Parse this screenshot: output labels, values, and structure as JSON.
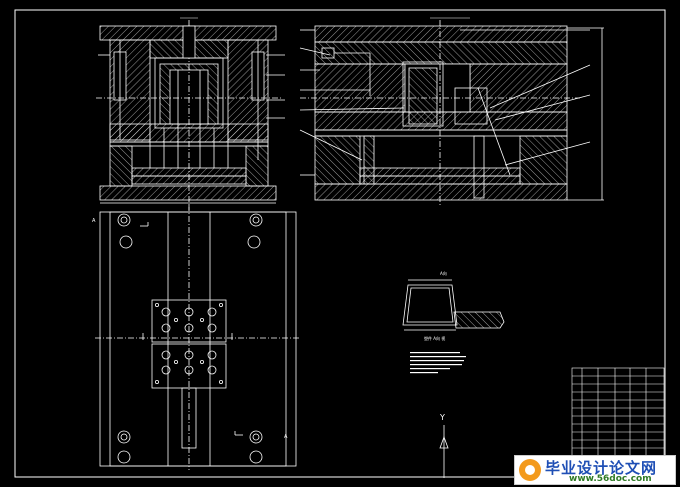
{
  "drawing": {
    "background": "#000000",
    "line_color": "#ffffff",
    "section_marks": [
      "A",
      "A"
    ],
    "detail_label": "A向",
    "detail_caption": "塑件 A向 视",
    "orientation_marks": [
      "Y"
    ]
  },
  "watermark": {
    "title": "毕业设计论文网",
    "url": "www.56doc.com",
    "title_color": "#1f4fb5",
    "url_color": "#2f7a25"
  }
}
